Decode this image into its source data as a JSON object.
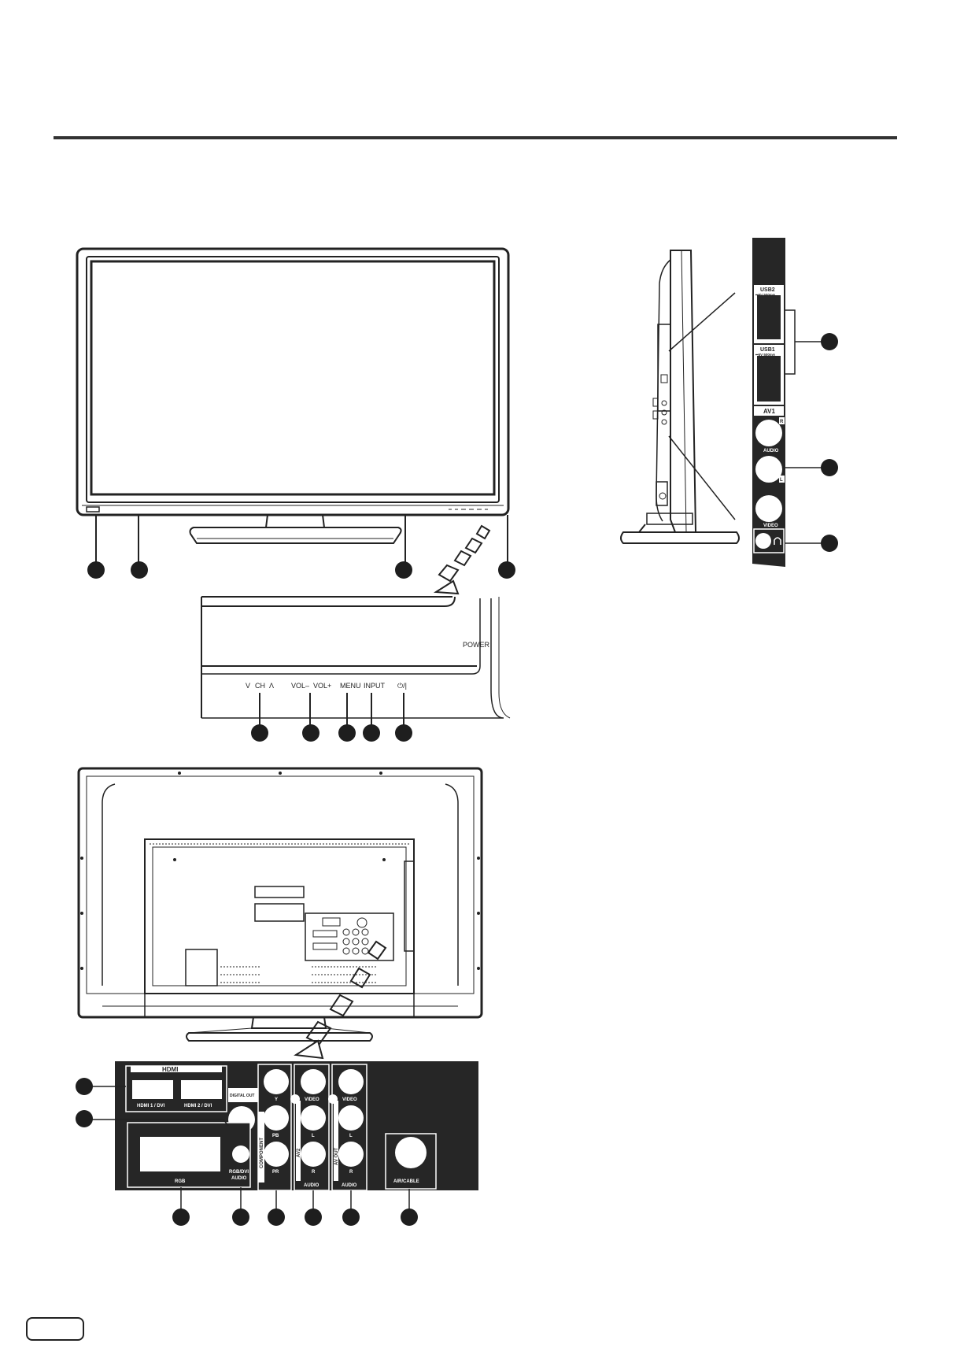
{
  "colors": {
    "line": "#222222",
    "panel": "#262626",
    "panel_text": "#ffffff",
    "callout": "#1e1e1e"
  },
  "front_panel": {
    "power_label": "POWER",
    "buttons": {
      "ch_down": "V",
      "ch": "CH",
      "ch_up": "Λ",
      "vol_down": "VOL–",
      "vol_up": "VOL+",
      "menu": "MENU",
      "input": "INPUT",
      "power_symbol": "⏻/|"
    }
  },
  "side_panel": {
    "usb2": "USB2",
    "usb2_rating": "⎓5V 500mA",
    "usb1": "USB1",
    "usb1_rating": "⎓5V 500mA",
    "av1": "AV1",
    "r": "R",
    "audio": "AUDIO",
    "l": "L",
    "video": "VIDEO",
    "headphone_icon": "headphone-icon"
  },
  "rear_panel": {
    "hdmi_logo": "HDMI",
    "hdmi1": "HDMI 1 / DVI",
    "hdmi2": "HDMI 2 / DVI",
    "digital_out": "DIGITAL OUT",
    "rgb": "RGB",
    "rgb_dvi_audio_1": "RGB/DVI",
    "rgb_dvi_audio_2": "AUDIO",
    "y": "Y",
    "pb": "PB",
    "pr": "PR",
    "component": "COMPONENT",
    "video": "VIDEO",
    "l": "L",
    "r": "R",
    "audio": "AUDIO",
    "av2": "AV2",
    "av_out": "AV OUT",
    "air_cable": "AIR/CABLE"
  }
}
